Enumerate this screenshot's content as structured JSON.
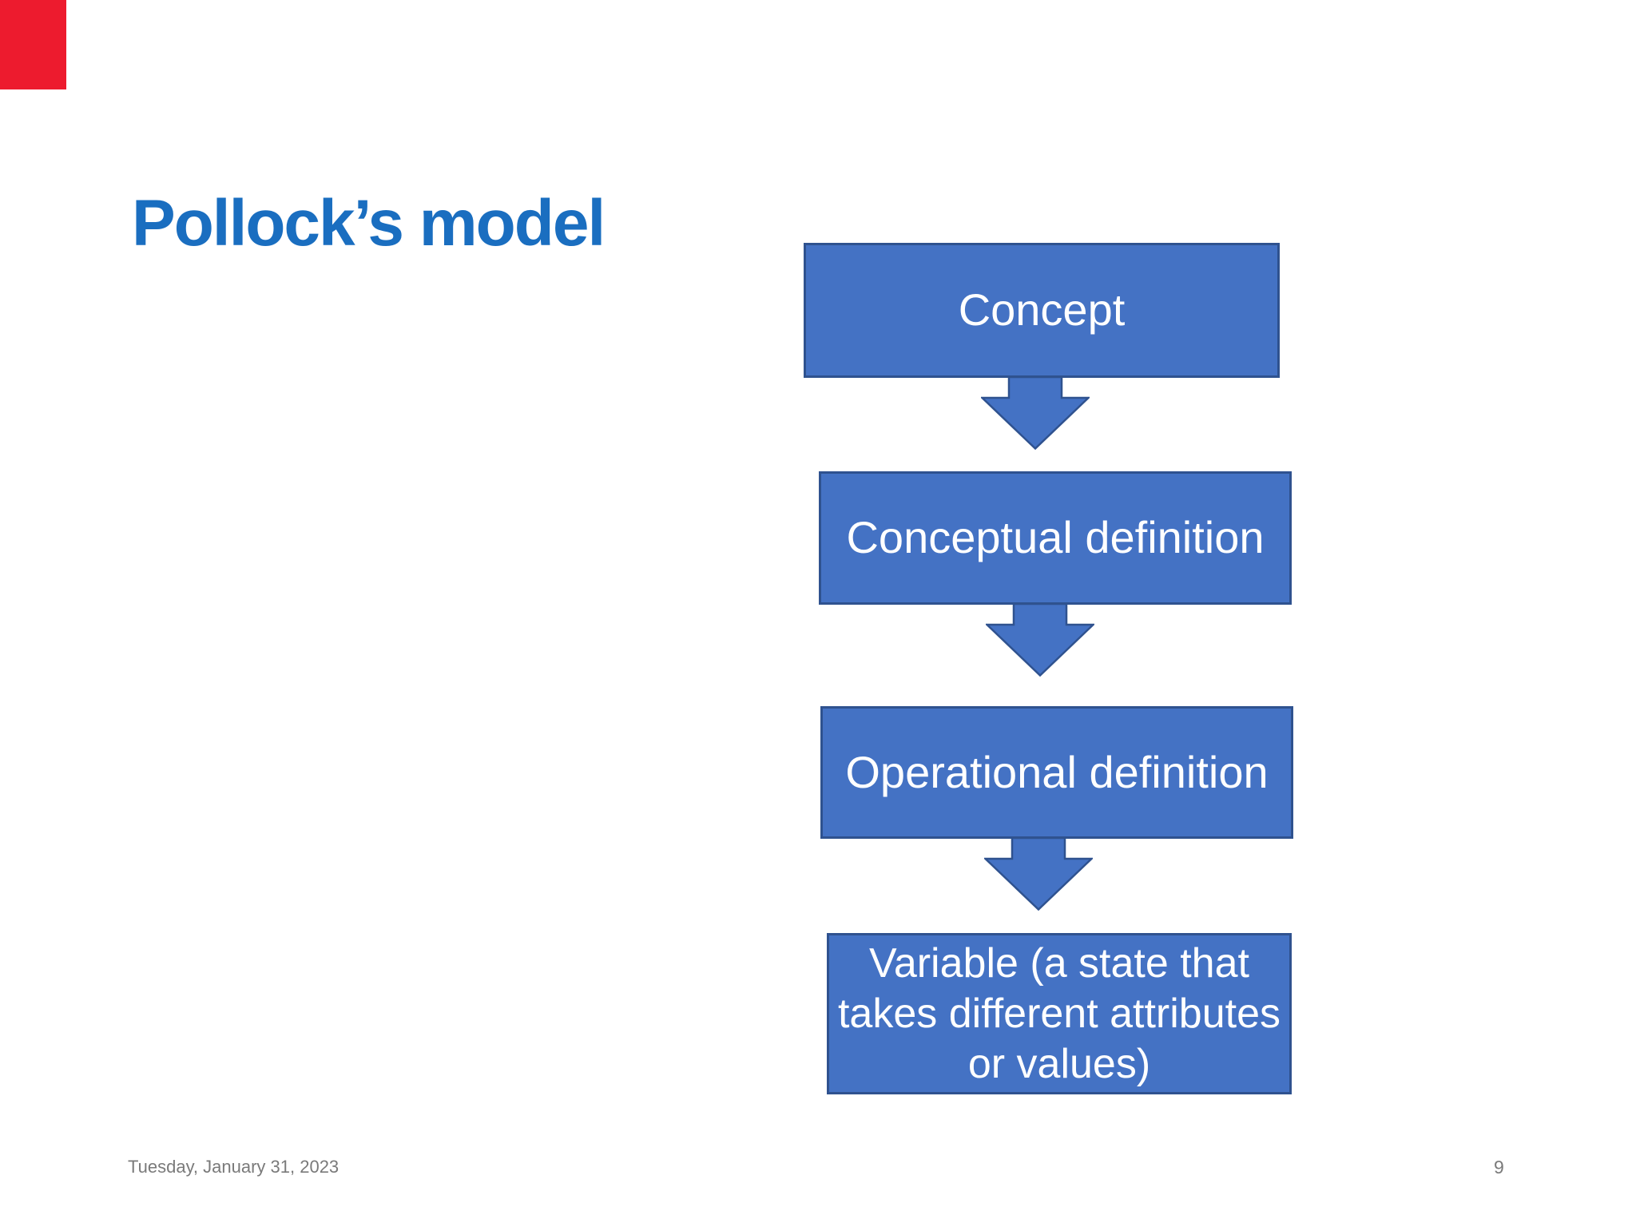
{
  "slide": {
    "title": "Pollock’s model",
    "flow": {
      "boxes": [
        {
          "id": "concept",
          "label": "Concept"
        },
        {
          "id": "conceptual-definition",
          "label": "Conceptual definition"
        },
        {
          "id": "operational-definition",
          "label": "Operational definition"
        },
        {
          "id": "variable",
          "label": "Variable (a state that\ntakes different attributes\nor values)"
        }
      ],
      "connectors": [
        "down-arrow",
        "down-arrow",
        "down-arrow"
      ]
    },
    "footer": {
      "date": "Tuesday, January 31, 2023",
      "page_number": "9"
    },
    "colors": {
      "accent_bar": "#ed1b2e",
      "title_text": "#1a6ec0",
      "box_fill": "#4472c4",
      "box_border": "#2f528f",
      "box_text": "#ffffff",
      "footer_text": "#7a7a7a",
      "background": "#ffffff"
    }
  }
}
